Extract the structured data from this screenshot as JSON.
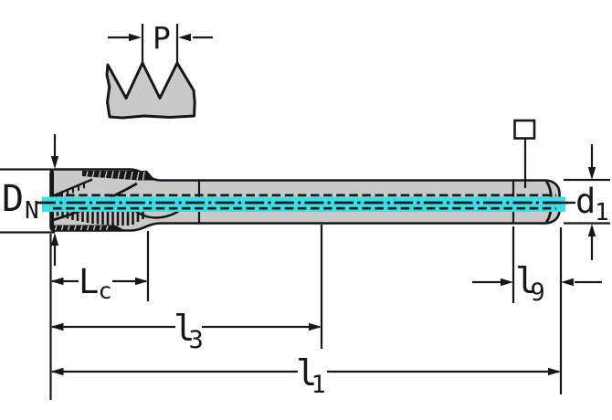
{
  "diagram": {
    "description": "Technical dimension drawing of a spiral-flute machine tap",
    "colors": {
      "centerline_highlight": "#3BDEE6",
      "body_fill": "#C9C9C9",
      "line": "#171717",
      "background": "#FFFFFF"
    },
    "labels": {
      "pitch": {
        "main": "P"
      },
      "nominal_diameter": {
        "main": "D",
        "sub": "N"
      },
      "shank_diameter": {
        "main": "d",
        "sub": "1"
      },
      "chamfer_length": {
        "main": "L",
        "sub": "c"
      },
      "thread_length": {
        "main": "l",
        "sub": "3"
      },
      "square_length": {
        "main": "l",
        "sub": "9"
      },
      "overall_length": {
        "main": "l",
        "sub": "1"
      }
    },
    "symbols": {
      "square_drive": "square-outline"
    }
  }
}
